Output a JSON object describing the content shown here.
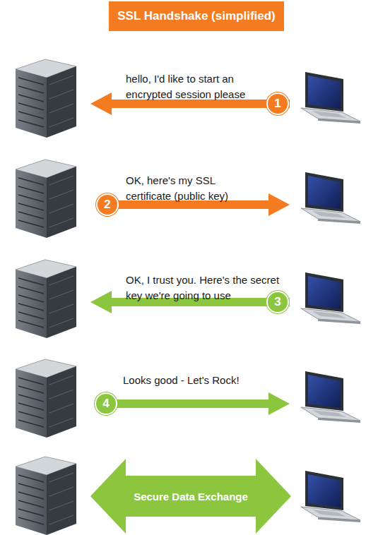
{
  "diagram": {
    "title": "SSL Handshake (simplified)",
    "nodes": [
      {
        "text": [
          "1"
        ]
      },
      {
        "text": [
          "2"
        ]
      },
      {
        "text": [
          "3"
        ]
      },
      {
        "text": [
          "4"
        ]
      },
      {
        "text": [
          "Secure Data Exchange"
        ]
      }
    ],
    "labels": [
      "hello, I'd like to start an encrypted session please",
      "OK, here's my SSL certificate (public key)",
      "OK, I trust you. Here's the secret key we're going to use",
      "Looks good - Let's Rock!"
    ]
  }
}
